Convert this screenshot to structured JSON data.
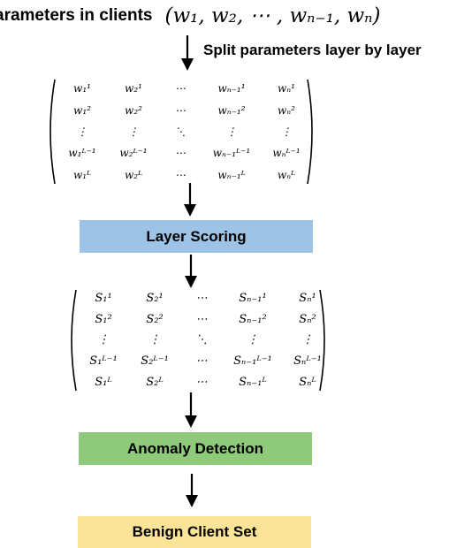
{
  "heading": {
    "text": "arameters in clients",
    "vector": "(w₁, w₂, ⋯ , wₙ₋₁, wₙ)"
  },
  "steps": {
    "split_label": "Split parameters layer by layer"
  },
  "boxes": {
    "layer_scoring": "Layer Scoring",
    "anomaly_detection": "Anomaly Detection",
    "benign_client_set": "Benign Client Set"
  },
  "colors": {
    "layer_scoring": "#9dc3e6",
    "anomaly_detection": "#8fc97a",
    "benign_client_set": "#fbe497",
    "arrow": "#000000"
  },
  "weight_matrix": [
    [
      "w₁¹",
      "w₂¹",
      "⋯",
      "wₙ₋₁¹",
      "wₙ¹"
    ],
    [
      "w₁²",
      "w₂²",
      "⋯",
      "wₙ₋₁²",
      "wₙ²"
    ],
    [
      "⋮",
      "⋮",
      "⋱",
      "⋮",
      "⋮"
    ],
    [
      "w₁ᴸ⁻¹",
      "w₂ᴸ⁻¹",
      "⋯",
      "wₙ₋₁ᴸ⁻¹",
      "wₙᴸ⁻¹"
    ],
    [
      "w₁ᴸ",
      "w₂ᴸ",
      "⋯",
      "wₙ₋₁ᴸ",
      "wₙᴸ"
    ]
  ],
  "score_matrix": [
    [
      "S₁¹",
      "S₂¹",
      "⋯",
      "Sₙ₋₁¹",
      "Sₙ¹"
    ],
    [
      "S₁²",
      "S₂²",
      "⋯",
      "Sₙ₋₁²",
      "Sₙ²"
    ],
    [
      "⋮",
      "⋮",
      "⋱",
      "⋮",
      "⋮"
    ],
    [
      "S₁ᴸ⁻¹",
      "S₂ᴸ⁻¹",
      "⋯",
      "Sₙ₋₁ᴸ⁻¹",
      "Sₙᴸ⁻¹"
    ],
    [
      "S₁ᴸ",
      "S₂ᴸ",
      "⋯",
      "Sₙ₋₁ᴸ",
      "Sₙᴸ"
    ]
  ]
}
